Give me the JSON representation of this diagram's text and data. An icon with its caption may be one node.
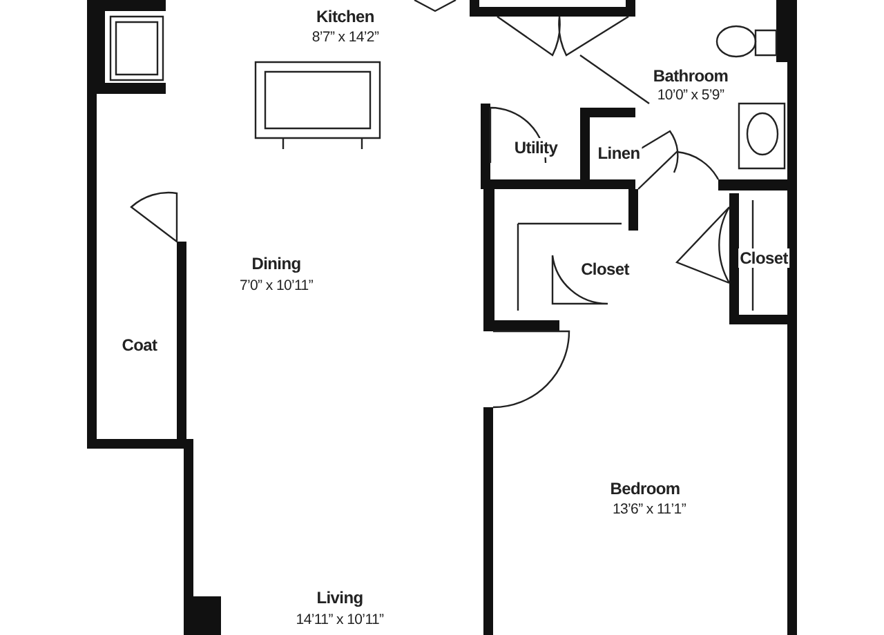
{
  "diagram": {
    "labels": [
      "Kitchen",
      "8’7” x 14’2”",
      "Bathroom",
      "10’0” x 5’9”",
      "Utility",
      "Linen",
      "Dining",
      "7’0” x 10’11”",
      "Closet",
      "Closet",
      "Coat",
      "Bedroom",
      "13’6” x 11’1”",
      "Living",
      "14’11” x 10’11”"
    ]
  }
}
